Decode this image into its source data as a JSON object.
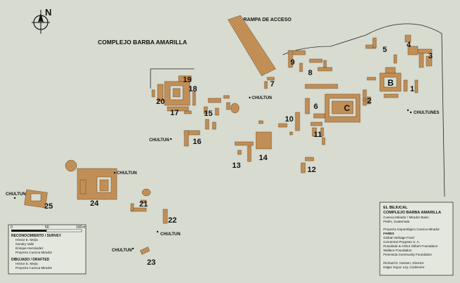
{
  "map": {
    "title_main": "COMPLEJO BARBA AMARILLA",
    "ramp_label": "RAMPA DE ACCESO",
    "north_label": "N",
    "structures": [
      "1",
      "2",
      "3",
      "4",
      "5",
      "6",
      "7",
      "8",
      "9",
      "10",
      "11",
      "12",
      "13",
      "14",
      "15",
      "16",
      "17",
      "18",
      "19",
      "20",
      "21",
      "22",
      "23",
      "24",
      "25"
    ],
    "groups": [
      "B",
      "C"
    ],
    "chultun_label": "CHULTUN",
    "chultunes_label": "CHULTUNES",
    "scale": {
      "start": "0",
      "mid": "50",
      "end": "100",
      "unit": "m"
    },
    "survey": {
      "header": "RECONOCIMIENTO / SURVEY",
      "names": [
        "Héctor E. Mejía",
        "Gendry Valle",
        "Enrique Hernández",
        "Proyecto Cuenca Mirador"
      ]
    },
    "drafted": {
      "header": "DIBUJADO / DRAFTED",
      "names": [
        "Héctor E. Mejía",
        "Proyecto Cuenca Mirador"
      ]
    },
    "info": {
      "site": "EL BEJUCAL",
      "complex": "COMPLEJO BARBA AMARILLA",
      "basin": "Cuenca Mirador / Mirador Basin",
      "region": "Petén, Guatemala",
      "project": "Proyecto Arqueológico Cuenca Mirador",
      "fares": "FARES",
      "sponsors": [
        "Global Heritage Fund",
        "Cementos Progreso S. A.",
        "Rosalinde & Arthur Gilbert Foundation",
        "Wallace Foundation",
        "Peninsula Community Foundation"
      ],
      "director": "Richard D. Hansen, Director",
      "codirector": "Edgar Suyuc Ley, Codirector"
    },
    "colors": {
      "background": "#d7dbd0",
      "mound": "#c7955c",
      "mound_dark": "#a8743e",
      "outline": "#6b4a25"
    }
  }
}
